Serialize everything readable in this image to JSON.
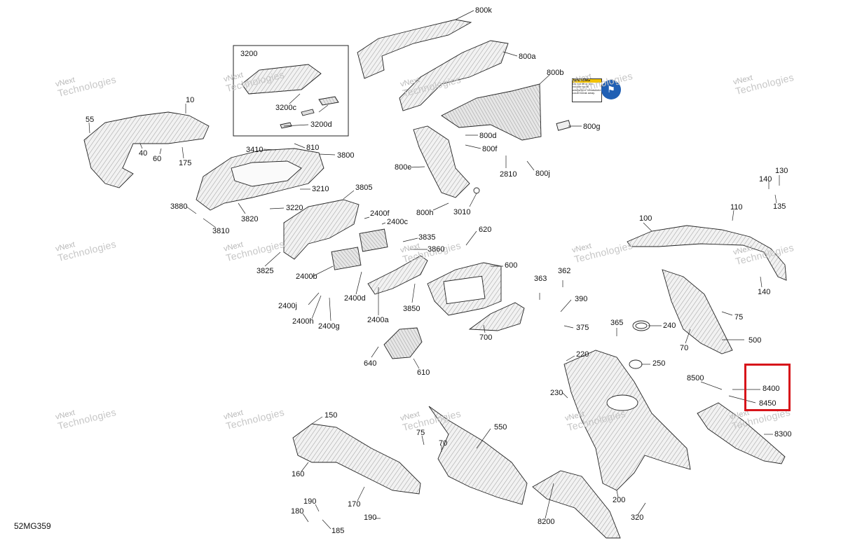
{
  "diagram_code": "52MG359",
  "watermark": {
    "line1": "vNext",
    "line2": "Technologies"
  },
  "sticker": {
    "title": "WARNING",
    "text": "Do not lift or tow vehicle by its windshield. Windshield could break away."
  },
  "labels": [
    {
      "id": "l-800k",
      "text": "800k"
    },
    {
      "id": "l-800a",
      "text": "800a"
    },
    {
      "id": "l-800b",
      "text": "800b"
    },
    {
      "id": "l-800c",
      "text": "800c"
    },
    {
      "id": "l-800d",
      "text": "800d"
    },
    {
      "id": "l-800f",
      "text": "800f"
    },
    {
      "id": "l-800g",
      "text": "800g"
    },
    {
      "id": "l-800h",
      "text": "800h"
    },
    {
      "id": "l-800j",
      "text": "800j"
    },
    {
      "id": "l-2810",
      "text": "2810"
    },
    {
      "id": "l-3010",
      "text": "3010"
    },
    {
      "id": "l-3200",
      "text": "3200"
    },
    {
      "id": "l-3200c",
      "text": "3200c"
    },
    {
      "id": "l-3200d",
      "text": "3200d"
    },
    {
      "id": "l-10",
      "text": "10"
    },
    {
      "id": "l-55",
      "text": "55"
    },
    {
      "id": "l-40",
      "text": "40"
    },
    {
      "id": "l-60",
      "text": "60"
    },
    {
      "id": "l-175",
      "text": "175"
    },
    {
      "id": "l-3410",
      "text": "3410"
    },
    {
      "id": "l-810",
      "text": "810"
    },
    {
      "id": "l-3800",
      "text": "3800"
    },
    {
      "id": "l-3210",
      "text": "3210"
    },
    {
      "id": "l-3220",
      "text": "3220"
    },
    {
      "id": "l-3880",
      "text": "3880"
    },
    {
      "id": "l-3810",
      "text": "3810"
    },
    {
      "id": "l-3820",
      "text": "3820"
    },
    {
      "id": "l-3805",
      "text": "3805"
    },
    {
      "id": "l-2400f",
      "text": "2400f"
    },
    {
      "id": "l-2400c",
      "text": "2400c"
    },
    {
      "id": "l-3835",
      "text": "3835"
    },
    {
      "id": "l-3860",
      "text": "3860"
    },
    {
      "id": "l-3825",
      "text": "3825"
    },
    {
      "id": "l-2400b",
      "text": "2400b"
    },
    {
      "id": "l-620",
      "text": "620"
    },
    {
      "id": "l-600",
      "text": "600"
    },
    {
      "id": "l-2400d",
      "text": "2400d"
    },
    {
      "id": "l-2400j",
      "text": "2400j"
    },
    {
      "id": "l-2400h",
      "text": "2400h"
    },
    {
      "id": "l-2400g",
      "text": "2400g"
    },
    {
      "id": "l-2400a",
      "text": "2400a"
    },
    {
      "id": "l-3850",
      "text": "3850"
    },
    {
      "id": "l-700",
      "text": "700"
    },
    {
      "id": "l-640",
      "text": "640"
    },
    {
      "id": "l-610",
      "text": "610"
    },
    {
      "id": "l-363",
      "text": "363"
    },
    {
      "id": "l-362",
      "text": "362"
    },
    {
      "id": "l-390",
      "text": "390"
    },
    {
      "id": "l-375",
      "text": "375"
    },
    {
      "id": "l-365",
      "text": "365"
    },
    {
      "id": "l-240",
      "text": "240"
    },
    {
      "id": "l-250",
      "text": "250"
    },
    {
      "id": "l-220",
      "text": "220"
    },
    {
      "id": "l-230",
      "text": "230"
    },
    {
      "id": "l-200",
      "text": "200"
    },
    {
      "id": "l-320",
      "text": "320"
    },
    {
      "id": "l-8200",
      "text": "8200"
    },
    {
      "id": "l-550",
      "text": "550"
    },
    {
      "id": "l-75a",
      "text": "75"
    },
    {
      "id": "l-70a",
      "text": "70"
    },
    {
      "id": "l-150",
      "text": "150"
    },
    {
      "id": "l-160",
      "text": "160"
    },
    {
      "id": "l-170",
      "text": "170"
    },
    {
      "id": "l-190a",
      "text": "190"
    },
    {
      "id": "l-180",
      "text": "180"
    },
    {
      "id": "l-185",
      "text": "185"
    },
    {
      "id": "l-190b",
      "text": "190"
    },
    {
      "id": "l-130",
      "text": "130"
    },
    {
      "id": "l-140a",
      "text": "140"
    },
    {
      "id": "l-135",
      "text": "135"
    },
    {
      "id": "l-110",
      "text": "110"
    },
    {
      "id": "l-100",
      "text": "100"
    },
    {
      "id": "l-140b",
      "text": "140"
    },
    {
      "id": "l-75b",
      "text": "75"
    },
    {
      "id": "l-70b",
      "text": "70"
    },
    {
      "id": "l-500",
      "text": "500"
    },
    {
      "id": "l-8500",
      "text": "8500"
    },
    {
      "id": "l-8400",
      "text": "8400"
    },
    {
      "id": "l-8450",
      "text": "8450"
    },
    {
      "id": "l-8300",
      "text": "8300"
    }
  ]
}
